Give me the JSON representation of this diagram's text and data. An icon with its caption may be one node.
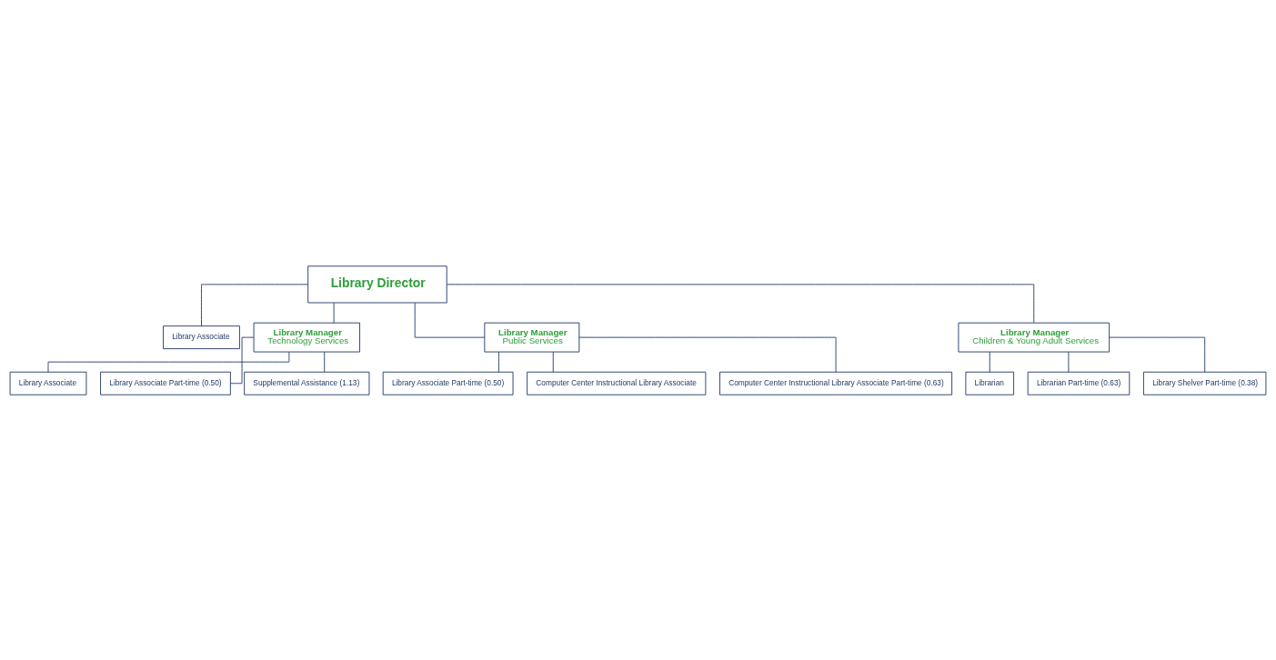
{
  "diagram": {
    "nodes": [
      {
        "text": [
          "Library Director"
        ]
      },
      {
        "text": [
          "Library Associate"
        ]
      },
      {
        "text": [
          "Library Manager",
          "Technology Services"
        ]
      },
      {
        "text": [
          "Library Associate"
        ]
      },
      {
        "text": [
          "Library Associate Part-time (0.50)"
        ]
      },
      {
        "text": [
          "Supplemental Assistance (1.13)"
        ]
      },
      {
        "text": [
          "Library Manager",
          "Public Services"
        ]
      },
      {
        "text": [
          "Library Associate Part-time (0.50)"
        ]
      },
      {
        "text": [
          "Computer Center Instructional Library Associate"
        ]
      },
      {
        "text": [
          "Computer Center Instructional Library Associate Part-time (0.63)"
        ]
      },
      {
        "text": [
          "Library Manager",
          "Children & Young Adult Services"
        ]
      },
      {
        "text": [
          "Librarian"
        ]
      },
      {
        "text": [
          "Librarian Part-time (0.63)"
        ]
      },
      {
        "text": [
          "Library Shelver Part-time (0.38)"
        ]
      }
    ],
    "edges": [
      {
        "from": 0,
        "to": 1,
        "arrow": "none"
      },
      {
        "from": 0,
        "to": 2,
        "arrow": "none"
      },
      {
        "from": 0,
        "to": 6,
        "arrow": "none"
      },
      {
        "from": 0,
        "to": 10,
        "arrow": "none"
      },
      {
        "from": 2,
        "to": 3,
        "arrow": "none"
      },
      {
        "from": 2,
        "to": 4,
        "arrow": "none"
      },
      {
        "from": 2,
        "to": 5,
        "arrow": "none"
      },
      {
        "from": 6,
        "to": 7,
        "arrow": "none"
      },
      {
        "from": 6,
        "to": 8,
        "arrow": "none"
      },
      {
        "from": 6,
        "to": 9,
        "arrow": "none"
      },
      {
        "from": 10,
        "to": 11,
        "arrow": "none"
      },
      {
        "from": 10,
        "to": 12,
        "arrow": "none"
      },
      {
        "from": 10,
        "to": 13,
        "arrow": "none"
      }
    ]
  }
}
